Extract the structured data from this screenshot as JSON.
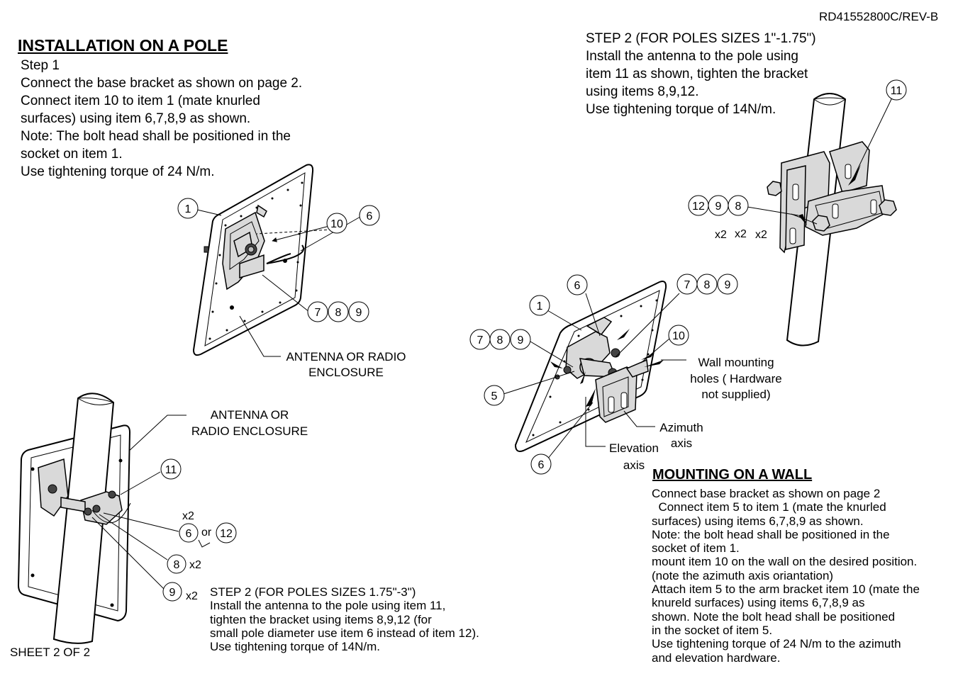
{
  "doc_ref": "RD41552800C/REV-B",
  "sheet": "SHEET 2 OF 2",
  "pole": {
    "title": "INSTALLATION ON A POLE",
    "step1_lines": [
      "Step 1",
      "Connect the base bracket as shown on page 2.",
      "Connect item 10 to item 1  (mate knurled",
      "surfaces) using item 6,7,8,9 as shown.",
      "Note: The bolt head shall be positioned in the",
      "socket on item 1.",
      "Use tightening torque of 24 N/m."
    ],
    "enclosure_label_1": [
      "ANTENNA OR RADIO",
      "ENCLOSURE"
    ],
    "enclosure_label_2": [
      "ANTENNA OR",
      "RADIO ENCLOSURE"
    ],
    "step2_large_lines": [
      "STEP 2 (FOR POLES SIZES 1.75\"-3\")",
      "Install the antenna to the pole using item 11,",
      "tighten the bracket using items  8,9,12 (for",
      "small pole diameter use item 6 instead of item 12).",
      "Use  tightening torque of 14N/m."
    ],
    "step2_small_lines": [
      "STEP 2 (FOR POLES SIZES 1\"-1.75\")",
      "Install the antenna to the pole using",
      "item 11 as shown, tighten the bracket",
      "using items  8,9,12.",
      "Use  tightening torque of 14N/m."
    ],
    "or_text": "or"
  },
  "callouts": {
    "c1": "1",
    "c10": "10",
    "c6": "6",
    "c7": "7",
    "c8": "8",
    "c9": "9",
    "c11": "11",
    "c12": "12",
    "c5": "5",
    "x2": "x2"
  },
  "wall": {
    "title": "MOUNTING ON A WALL",
    "holes_label": [
      "Wall mounting",
      "holes ( Hardware",
      "not supplied)"
    ],
    "azimuth_label": [
      "Azimuth",
      "axis"
    ],
    "elevation_label": [
      "Elevation",
      "axis"
    ],
    "lines": [
      "Connect base bracket as shown on page 2",
      "  Connect item 5 to item 1 (mate the knurled",
      "surfaces) using items 6,7,8,9 as shown.",
      "Note: the bolt head shall be positioned in the",
      "socket of item 1.",
      "mount item 10 on the wall on the desired position.",
      "(note the azimuth axis oriantation)",
      "Attach item 5 to the arm bracket item 10 (mate the",
      "knureld surfaces) using items 6,7,8,9 as",
      "shown. Note the bolt head shall be positioned",
      "in the socket of item 5.",
      "Use tightening torque of 24 N/m to the azimuth",
      "and elevation hardware."
    ]
  }
}
